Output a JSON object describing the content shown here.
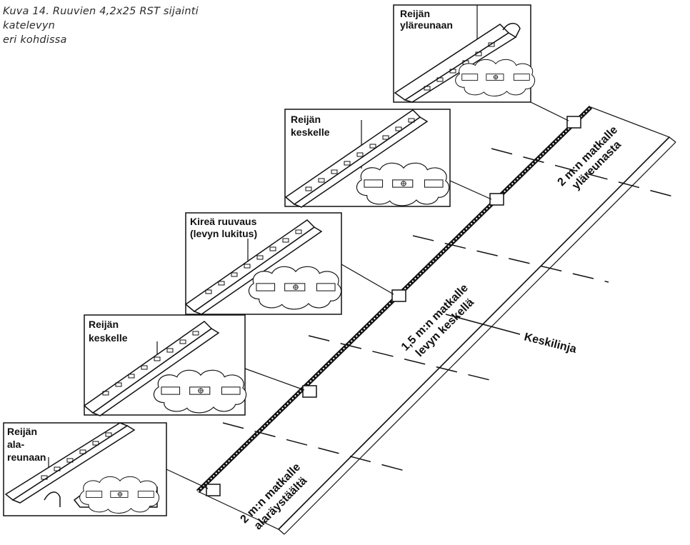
{
  "caption": {
    "line1": "Kuva 14. Ruuvien 4,2x25 RST sijainti katelevyn",
    "line2": "eri kohdissa"
  },
  "callouts": [
    {
      "lines": [
        "Reijän",
        "yläreunaan"
      ]
    },
    {
      "lines": [
        "Reijän",
        "keskelle"
      ]
    },
    {
      "lines": [
        "Kireä ruuvaus",
        "(levyn lukitus)"
      ]
    },
    {
      "lines": [
        "Reijän",
        "keskelle"
      ]
    },
    {
      "lines": [
        "Reijän",
        "ala-",
        "reunaan"
      ]
    }
  ],
  "zones": {
    "top": [
      "2 m:n matkalle",
      "yläreunasta"
    ],
    "middle": [
      "1,5 m:n matkalle",
      "levyn keskellä"
    ],
    "bottom": [
      "2 m:n matkalle",
      "alaräystäältä"
    ]
  },
  "centerline_label": "Keskilinja"
}
